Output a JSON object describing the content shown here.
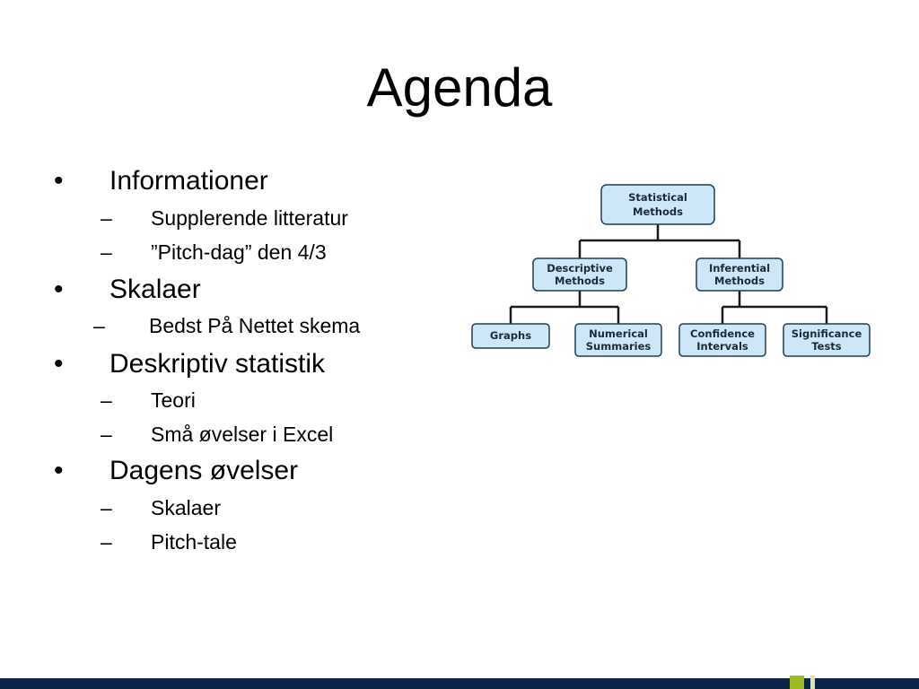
{
  "slide": {
    "title": "Agenda",
    "bullet_marker": "•",
    "sub_marker": "–",
    "items": [
      {
        "text": "Informationer",
        "subitems": [
          "Supplerende litteratur",
          "”Pitch-dag” den 4/3"
        ]
      },
      {
        "text": "Skalaer",
        "subitems": [
          "Bedst På Nettet skema"
        ]
      },
      {
        "text": "Deskriptiv statistik",
        "subitems": [
          "Teori",
          "Små øvelser i Excel"
        ]
      },
      {
        "text": "Dagens øvelser",
        "subitems": [
          "Skalaer",
          "Pitch-tale"
        ]
      }
    ]
  },
  "diagram": {
    "root": {
      "line1": "Statistical",
      "line2": "Methods"
    },
    "descriptive": {
      "line1": "Descriptive",
      "line2": "Methods"
    },
    "inferential": {
      "line1": "Inferential",
      "line2": "Methods"
    },
    "graphs": {
      "line1": "Graphs"
    },
    "numerical": {
      "line1": "Numerical",
      "line2": "Summaries"
    },
    "confidence": {
      "line1": "Confidence",
      "line2": "Intervals"
    },
    "significance": {
      "line1": "Significance",
      "line2": "Tests"
    }
  },
  "colors": {
    "box_fill": "#cde7f6",
    "box_stroke": "#1f3c5a",
    "footer": "#0b2346",
    "accent_green": "#9bbb1c",
    "accent_light": "#dbe5a8"
  }
}
